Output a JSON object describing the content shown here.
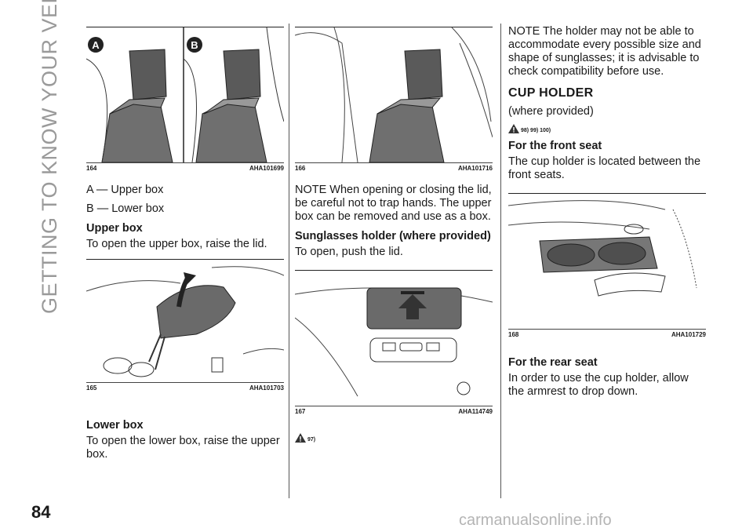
{
  "side_title": "GETTING TO KNOW YOUR VEHICLE",
  "page_number": "84",
  "watermark": "carmanualsonline.info",
  "col1": {
    "fig164": {
      "num": "164",
      "code": "AHA101699",
      "label_a": "A",
      "label_b": "B"
    },
    "legend_a": "A — Upper box",
    "legend_b": "B — Lower box",
    "h_upper": "Upper box",
    "p_upper": "To open the upper box, raise the lid.",
    "fig165": {
      "num": "165",
      "code": "AHA101703"
    },
    "h_lower": "Lower box",
    "p_lower": "To open the lower box, raise the upper box."
  },
  "col2": {
    "fig166": {
      "num": "166",
      "code": "AHA101716"
    },
    "note": "NOTE When opening or closing the lid, be careful not to trap hands. The upper box can be removed and use as a box.",
    "h_sunglasses": "Sunglasses holder (where provided)",
    "p_sunglasses": "To open, push the lid.",
    "fig167": {
      "num": "167",
      "code": "AHA114749"
    },
    "warn_refs": "97)"
  },
  "col3": {
    "note": "NOTE The holder may not be able to accommodate every possible size and shape of sunglasses; it is advisable to check compatibility before use.",
    "h_cup": "CUP HOLDER",
    "where": "(where provided)",
    "warn_refs": "98) 99) 100)",
    "h_front": "For the front seat",
    "p_front": "The cup holder is located between the front seats.",
    "fig168": {
      "num": "168",
      "code": "AHA101729"
    },
    "h_rear": "For the rear seat",
    "p_rear": "In order to use the cup holder, allow the armrest to drop down."
  }
}
